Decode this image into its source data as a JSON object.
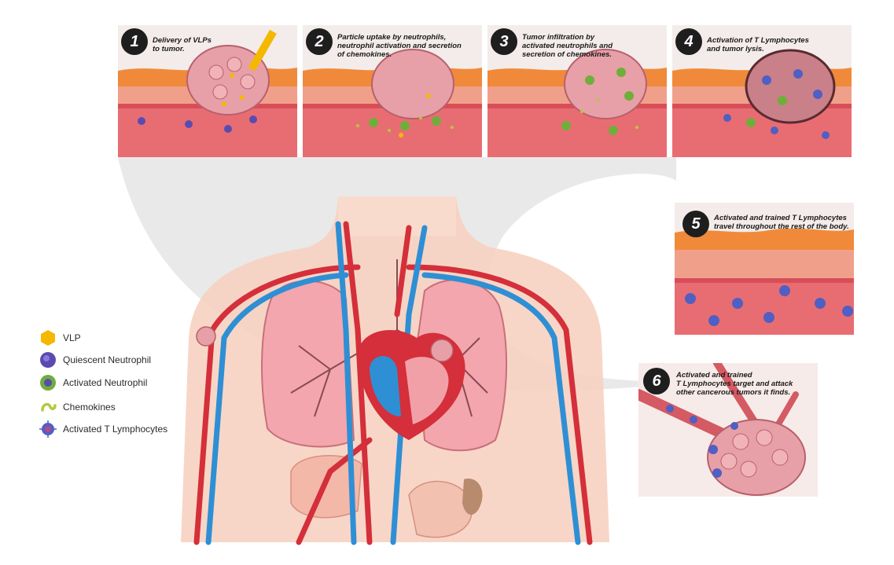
{
  "steps": [
    {
      "number": "1",
      "caption": "Delivery of VLPs\nto tumor."
    },
    {
      "number": "2",
      "caption": "Particle uptake by neutrophils,\nneutrophil activation and secretion\nof chemokines."
    },
    {
      "number": "3",
      "caption": "Tumor infiltration by\nactivated neutrophils and\nsecretion of chemokines."
    },
    {
      "number": "4",
      "caption": "Activation of T Lymphocytes\nand tumor lysis."
    },
    {
      "number": "5",
      "caption": "Activated and trained T Lymphocytes\ntravel throughout  the rest of the body."
    },
    {
      "number": "6",
      "caption": "Activated and trained\nT Lymphocytes target and attack\nother cancerous tumors it finds."
    }
  ],
  "legend": [
    {
      "label": "VLP",
      "icon": "vlp-hexagon-icon",
      "color": "#f5b800"
    },
    {
      "label": "Quiescent Neutrophil",
      "icon": "quiescent-neutrophil-icon",
      "color": "#5a4bb0"
    },
    {
      "label": "Activated Neutrophil",
      "icon": "activated-neutrophil-icon",
      "color": "#6fae3a"
    },
    {
      "label": "Chemokines",
      "icon": "chemokines-icon",
      "color": "#b5c93a"
    },
    {
      "label": "Activated T Lymphocytes",
      "icon": "activated-t-lymphocyte-icon",
      "color": "#4f5fc4"
    }
  ],
  "colors": {
    "artery": "#d42f3a",
    "vein": "#2f8fd4",
    "skin": "#f6c9b5",
    "tissue_orange": "#f08a3a",
    "tumor": "#d98a90",
    "badge": "#1e1e1e"
  }
}
